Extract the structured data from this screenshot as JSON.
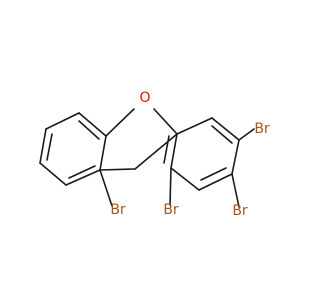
{
  "molecule": {
    "atoms": [
      {
        "id": "o",
        "symbol": "O"
      },
      {
        "id": "br1",
        "symbol": "Br"
      },
      {
        "id": "br2",
        "symbol": "Br"
      },
      {
        "id": "br3",
        "symbol": "Br"
      },
      {
        "id": "br4",
        "symbol": "Br"
      }
    ]
  },
  "colors": {
    "carbon_bond": "#1a1a1a",
    "oxygen": "#e0120f",
    "bromine": "#a5561d",
    "background": "#ffffff"
  }
}
